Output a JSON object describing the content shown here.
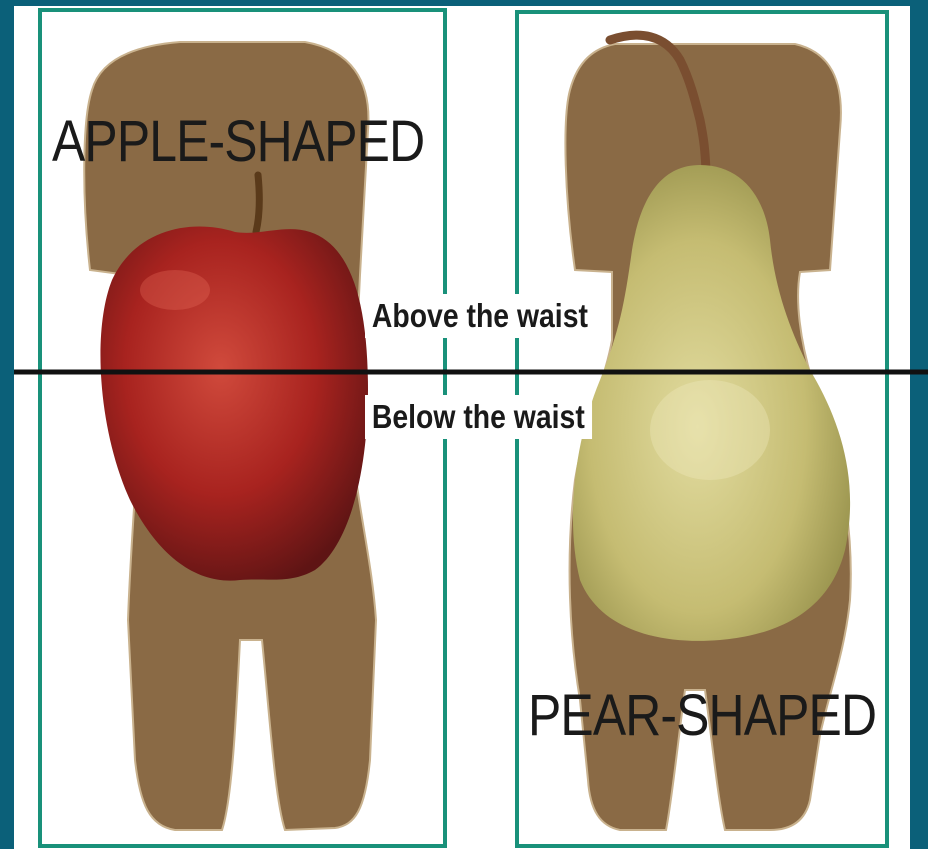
{
  "labels": {
    "apple_shaped": "APPLE-SHAPED",
    "pear_shaped": "PEAR-SHAPED",
    "above_waist": "Above the waist",
    "below_waist": "Below the waist"
  },
  "colors": {
    "page_border": "#0b6079",
    "panel_border": "#19917a",
    "body_tone": "#8a6a45",
    "apple_red": "#b32a2a",
    "pear_green": "#c9c27a",
    "waist_line": "#111111"
  }
}
